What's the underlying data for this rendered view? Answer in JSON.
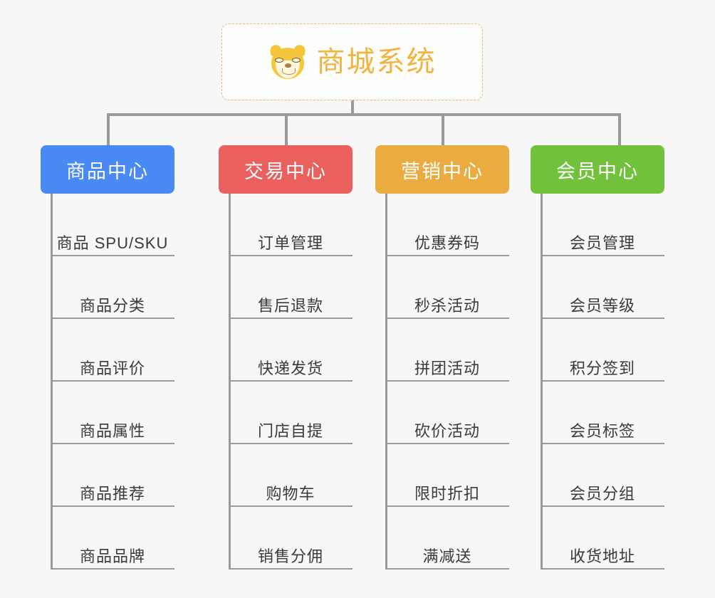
{
  "root": {
    "title": "商城系统",
    "icon": "shiba-inu-icon",
    "border_color": "#e8b866",
    "text_color": "#f0b43f"
  },
  "connector_color": "#9a9a9a",
  "background_color": "#f7f7f7",
  "columns": [
    {
      "id": "product-center",
      "label": "商品中心",
      "color": "#4a8af4",
      "items": [
        "商品 SPU/SKU",
        "商品分类",
        "商品评价",
        "商品属性",
        "商品推荐",
        "商品品牌"
      ]
    },
    {
      "id": "trade-center",
      "label": "交易中心",
      "color": "#e9605c",
      "items": [
        "订单管理",
        "售后退款",
        "快递发货",
        "门店自提",
        "购物车",
        "销售分佣"
      ]
    },
    {
      "id": "marketing-center",
      "label": "营销中心",
      "color": "#eaac41",
      "items": [
        "优惠券码",
        "秒杀活动",
        "拼团活动",
        "砍价活动",
        "限时折扣",
        "满减送"
      ]
    },
    {
      "id": "member-center",
      "label": "会员中心",
      "color": "#72c13c",
      "items": [
        "会员管理",
        "会员等级",
        "积分签到",
        "会员标签",
        "会员分组",
        "收货地址"
      ]
    }
  ]
}
